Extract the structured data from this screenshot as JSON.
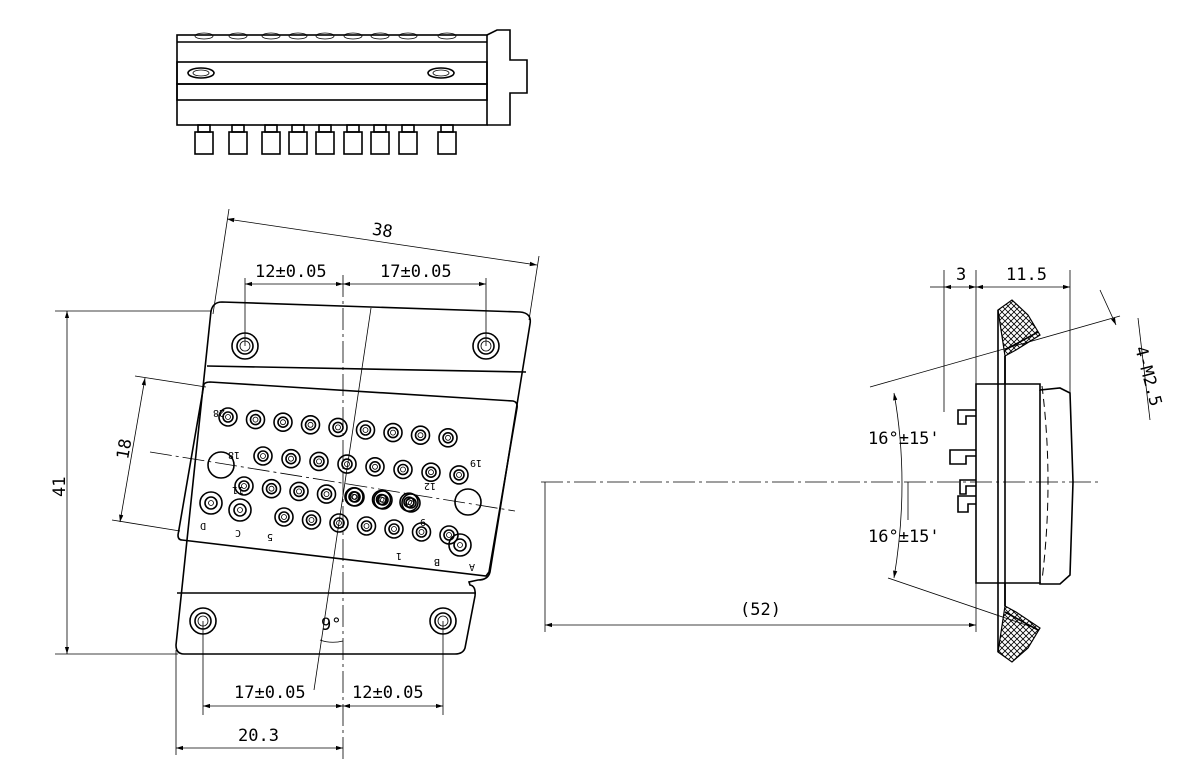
{
  "dimensions": {
    "overall_width": "38",
    "top_left_offset": "12±0.05",
    "top_right_offset": "17±0.05",
    "height": "41",
    "insert_height": "18",
    "bottom_left_offset": "17±0.05",
    "bottom_right_offset": "12±0.05",
    "base_offset": "20.3",
    "tilt_angle": "9°",
    "side_flange": "3",
    "side_depth": "11.5",
    "mount_thread": "4-M2.5",
    "angle_upper": "16°±15'",
    "angle_lower": "16°±15'",
    "total_length": "(52)"
  },
  "pin_labels": {
    "p28": "28",
    "p19": "19",
    "p18": "18",
    "p12": "12",
    "p11": "11",
    "p9": "9",
    "p5": "5",
    "p1": "1",
    "pA": "A",
    "pB": "B",
    "pC": "C",
    "pD": "D"
  }
}
